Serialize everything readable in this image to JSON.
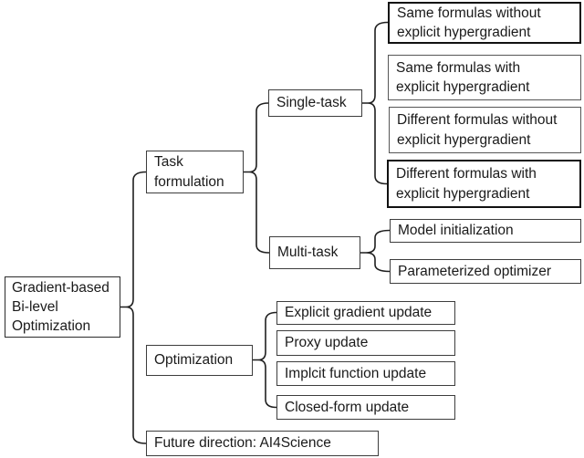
{
  "diagram": {
    "nodes": {
      "root": {
        "label": "Gradient-based\nBi-level\nOptimization"
      },
      "task_formulation": {
        "label": "Task\nformulation"
      },
      "single_task": {
        "label": "Single-task"
      },
      "multi_task": {
        "label": "Multi-task"
      },
      "same_formulas_without": {
        "label": "Same formulas without\nexplicit hypergradient"
      },
      "same_formulas_with": {
        "label": "Same formulas with\nexplicit hypergradient"
      },
      "different_formulas_without": {
        "label": "Different formulas without\nexplicit hypergradient"
      },
      "different_formulas_with": {
        "label": "Different formulas with\nexplicit hypergradient"
      },
      "model_initialization": {
        "label": "Model initialization"
      },
      "parameterized_optimizer": {
        "label": "Parameterized optimizer"
      },
      "optimization": {
        "label": "Optimization"
      },
      "explicit_gradient_update": {
        "label": "Explicit gradient update"
      },
      "proxy_update": {
        "label": "Proxy update"
      },
      "implicit_function_update": {
        "label": "Implcit function update"
      },
      "closed_form_update": {
        "label": "Closed-form update"
      },
      "future_direction": {
        "label": "Future direction: AI4Science"
      }
    },
    "hierarchy": {
      "root": [
        "task_formulation",
        "optimization",
        "future_direction"
      ],
      "task_formulation": [
        "single_task",
        "multi_task"
      ],
      "single_task": [
        "same_formulas_without",
        "same_formulas_with",
        "different_formulas_without",
        "different_formulas_with"
      ],
      "multi_task": [
        "model_initialization",
        "parameterized_optimizer"
      ],
      "optimization": [
        "explicit_gradient_update",
        "proxy_update",
        "implicit_function_update",
        "closed_form_update"
      ]
    },
    "colors": {
      "background": "#ffffff",
      "box_border": "#3d3d3d",
      "line": "#1f1f1f",
      "text": "#1a1a1a"
    }
  }
}
